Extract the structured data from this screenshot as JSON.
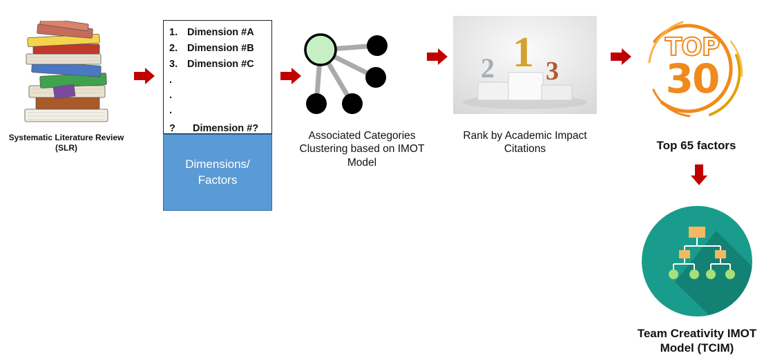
{
  "steps": {
    "slr": {
      "caption": "Systematic Literature Review (SLR)"
    },
    "dimensions": {
      "items": [
        {
          "marker": "1.",
          "text": "Dimension #A"
        },
        {
          "marker": "2.",
          "text": "Dimension #B"
        },
        {
          "marker": "3.",
          "text": "Dimension #C"
        }
      ],
      "ellipsis": [
        ".",
        ".",
        "."
      ],
      "last": {
        "marker": "?",
        "text": "Dimension #?"
      },
      "box_label": "Dimensions/ Factors"
    },
    "clustering": {
      "caption": "Associated Categories Clustering based on IMOT Model"
    },
    "rank": {
      "caption": "Rank by Academic Impact Citations",
      "podium": {
        "first": "1",
        "second": "2",
        "third": "3"
      }
    },
    "top": {
      "badge_word": "TOP",
      "badge_number": "30",
      "caption": "Top 65 factors"
    },
    "tcim": {
      "caption": "Team Creativity IMOT Model (TCIM)"
    }
  },
  "colors": {
    "arrow": "#c00000",
    "dimension_box": "#5b9bd5",
    "orange": "#f08a1c",
    "teal": "#1a9c8c",
    "node_light": "#c6efc6"
  },
  "icons": [
    "book-stack-icon",
    "network-cluster-icon",
    "podium-icon",
    "top-badge-icon",
    "org-chart-icon"
  ]
}
